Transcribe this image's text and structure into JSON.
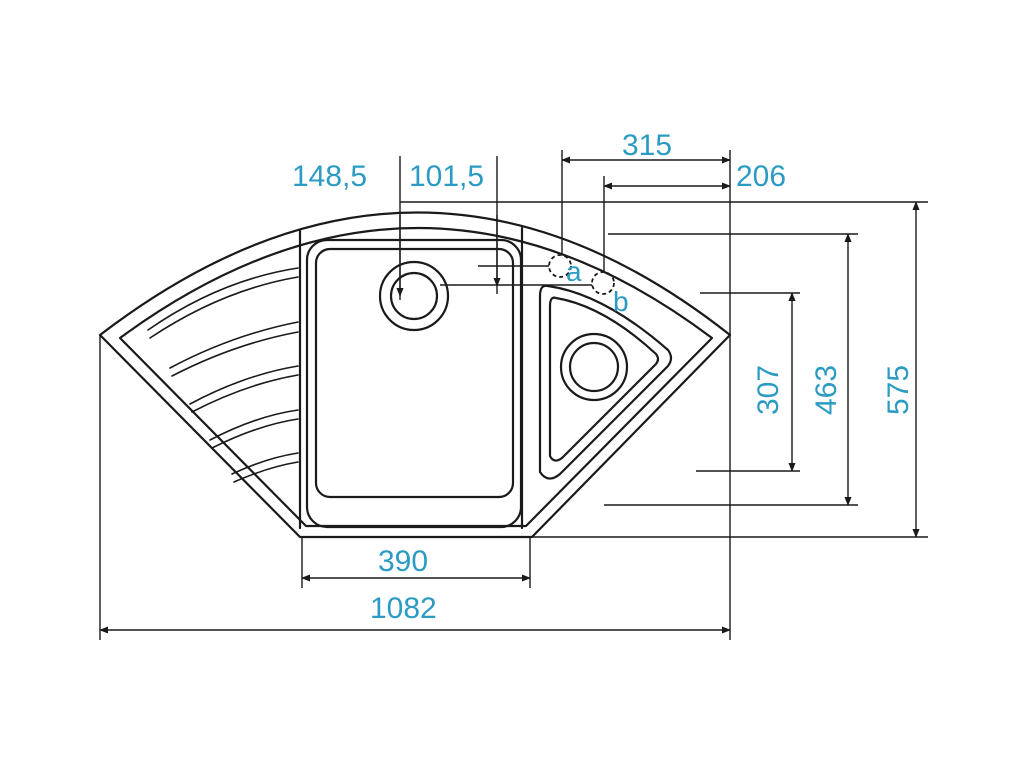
{
  "drawing": {
    "accent_color": "#2b9bc4",
    "line_color": "#1a1a1a",
    "dimensions": {
      "d148": "148,5",
      "d101": "101,5",
      "d315": "315",
      "d206": "206",
      "d307": "307",
      "d463": "463",
      "d575": "575",
      "d390": "390",
      "d1082": "1082"
    },
    "markers": {
      "a": "a",
      "b": "b"
    }
  }
}
